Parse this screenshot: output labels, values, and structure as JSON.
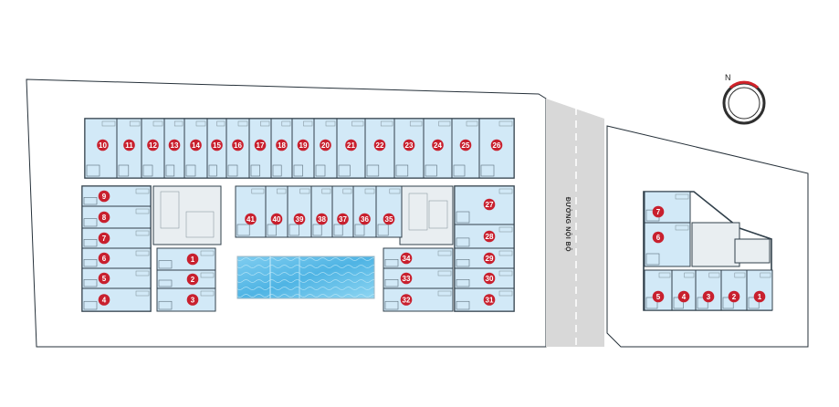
{
  "compass": {
    "label": "N",
    "icon": "north-arrow-icon"
  },
  "road": {
    "label": "ĐƯỜNG NỘI BỘ"
  },
  "colors": {
    "marker": "#c8202e",
    "room_fill": "#d2e9f7",
    "wall": "#31404b",
    "road": "#d8d8d8",
    "pool": "#4fb4e4",
    "compass_accent": "#d2232a"
  },
  "buildings": {
    "main": {
      "top_row_units": [
        "10",
        "11",
        "12",
        "13",
        "14",
        "15",
        "16",
        "17",
        "18",
        "19",
        "20",
        "21",
        "22",
        "23",
        "24",
        "25",
        "26"
      ],
      "left_column_units": [
        "9",
        "8",
        "7",
        "6",
        "5",
        "4"
      ],
      "left_inner_units": [
        "1",
        "2",
        "3"
      ],
      "middle_row_units": [
        "41",
        "40",
        "39",
        "38",
        "37",
        "36",
        "35"
      ],
      "right_inner_units": [
        "34",
        "33",
        "32"
      ],
      "right_column_units": [
        "27",
        "28",
        "29",
        "30",
        "31"
      ]
    },
    "annex": {
      "column_units": [
        "7",
        "6"
      ],
      "bottom_row_units": [
        "5",
        "4",
        "3",
        "2",
        "1"
      ]
    }
  },
  "amenities": {
    "pool": "swimming-pool"
  }
}
